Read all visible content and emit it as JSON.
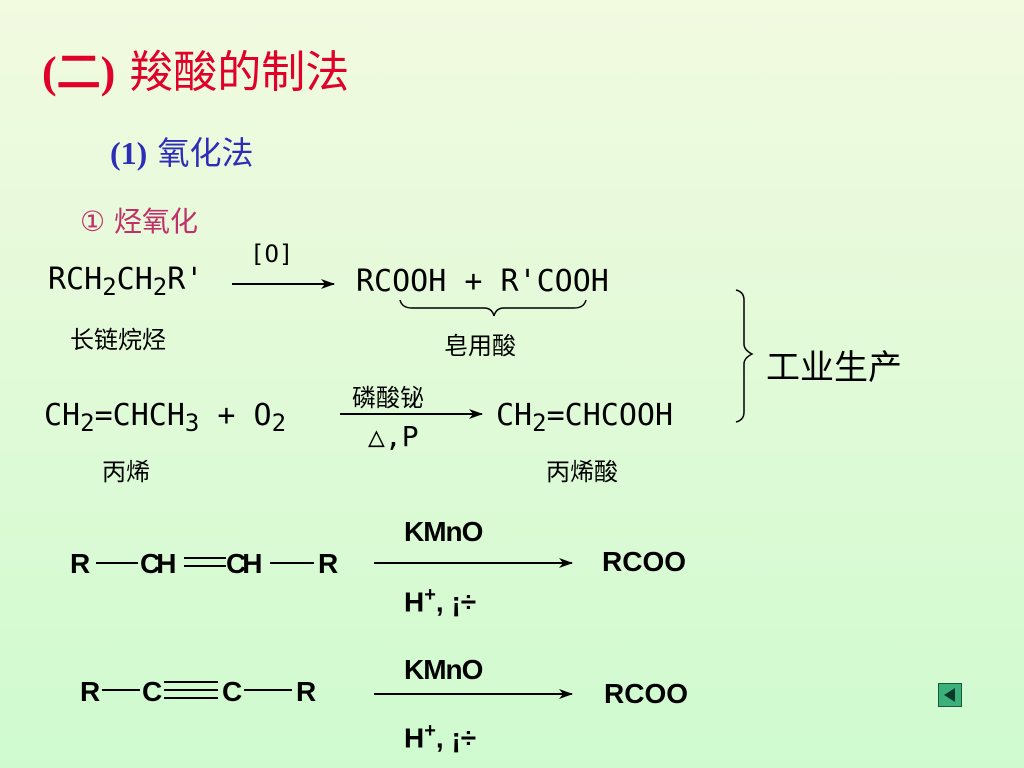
{
  "header": {
    "title_num": "(二)",
    "title_text": "羧酸的制法",
    "sub_num": "(1)",
    "sub_text": "氧化法",
    "bullet": "① 烃氧化"
  },
  "reaction1": {
    "reactant_a": "RCH",
    "reactant_b": "CH",
    "reactant_c": "R'",
    "subscript": "2",
    "condition": "[O]",
    "product": "RCOOH + R'COOH",
    "reactant_label": "长链烷烃",
    "product_label": "皂用酸"
  },
  "reaction2": {
    "r_a": "CH",
    "r_b": "=CHCH",
    "r_c": " + O",
    "sub2": "2",
    "sub3": "3",
    "catalyst": "磷酸铋",
    "condition": "△,P",
    "p_a": "CH",
    "p_b": "=CHCOOH",
    "reactant_label": "丙烯",
    "product_label": "丙烯酸"
  },
  "bracket_label": "工业生产",
  "reaction3": {
    "r1": "R",
    "c1": "CH",
    "c2": "CH",
    "r2": "R",
    "reagent": "KMnO",
    "cond": "H",
    "cond_tail": ", ¡÷",
    "product": "RCOO"
  },
  "reaction4": {
    "r1": "R",
    "c1": "C",
    "c2": "C",
    "r2": "R",
    "reagent": "KMnO",
    "cond": "H",
    "cond_tail": ",  ¡÷",
    "product": "RCOO"
  },
  "colors": {
    "title": "#e0002a",
    "subtitle": "#2d2db8",
    "bullet": "#c0306a",
    "nav": "#3cb07a"
  },
  "icons": {
    "nav": "play-back-icon"
  }
}
